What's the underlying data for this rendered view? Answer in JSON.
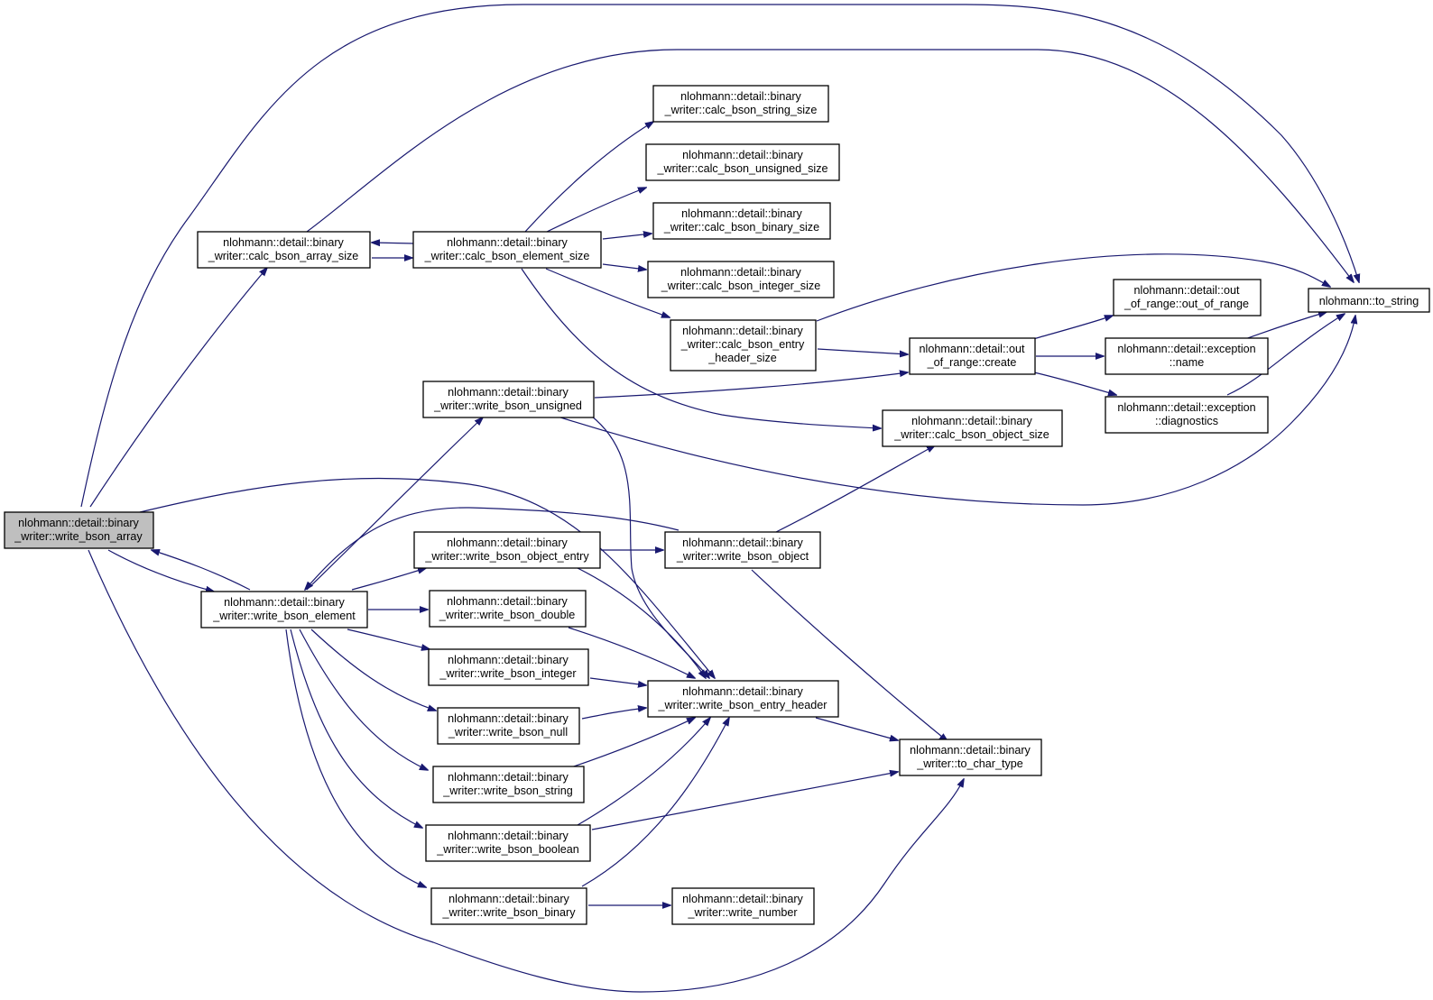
{
  "colors": {
    "edge": "#191970",
    "node_border": "#000000",
    "current_node_fill": "#bfbfbf",
    "background": "#ffffff"
  },
  "nodes": {
    "write_bson_array": {
      "line1": "nlohmann::detail::binary",
      "line2": "_writer::write_bson_array"
    },
    "calc_bson_array_size": {
      "line1": "nlohmann::detail::binary",
      "line2": "_writer::calc_bson_array_size"
    },
    "calc_bson_element_size": {
      "line1": "nlohmann::detail::binary",
      "line2": "_writer::calc_bson_element_size"
    },
    "calc_bson_string_size": {
      "line1": "nlohmann::detail::binary",
      "line2": "_writer::calc_bson_string_size"
    },
    "calc_bson_unsigned_size": {
      "line1": "nlohmann::detail::binary",
      "line2": "_writer::calc_bson_unsigned_size"
    },
    "calc_bson_binary_size": {
      "line1": "nlohmann::detail::binary",
      "line2": "_writer::calc_bson_binary_size"
    },
    "calc_bson_integer_size": {
      "line1": "nlohmann::detail::binary",
      "line2": "_writer::calc_bson_integer_size"
    },
    "calc_bson_entry_header_size": {
      "line1": "nlohmann::detail::binary",
      "line2": "_writer::calc_bson_entry",
      "line3": "_header_size"
    },
    "out_of_range_create": {
      "line1": "nlohmann::detail::out",
      "line2": "_of_range::create"
    },
    "out_of_range_ctor": {
      "line1": "nlohmann::detail::out",
      "line2": "_of_range::out_of_range"
    },
    "exception_name": {
      "line1": "nlohmann::detail::exception",
      "line2": "::name"
    },
    "exception_diagnostics": {
      "line1": "nlohmann::detail::exception",
      "line2": "::diagnostics"
    },
    "to_string": {
      "line1": "nlohmann::to_string"
    },
    "calc_bson_object_size": {
      "line1": "nlohmann::detail::binary",
      "line2": "_writer::calc_bson_object_size"
    },
    "write_bson_unsigned": {
      "line1": "nlohmann::detail::binary",
      "line2": "_writer::write_bson_unsigned"
    },
    "write_bson_element": {
      "line1": "nlohmann::detail::binary",
      "line2": "_writer::write_bson_element"
    },
    "write_bson_object_entry": {
      "line1": "nlohmann::detail::binary",
      "line2": "_writer::write_bson_object_entry"
    },
    "write_bson_object": {
      "line1": "nlohmann::detail::binary",
      "line2": "_writer::write_bson_object"
    },
    "write_bson_double": {
      "line1": "nlohmann::detail::binary",
      "line2": "_writer::write_bson_double"
    },
    "write_bson_integer": {
      "line1": "nlohmann::detail::binary",
      "line2": "_writer::write_bson_integer"
    },
    "write_bson_null": {
      "line1": "nlohmann::detail::binary",
      "line2": "_writer::write_bson_null"
    },
    "write_bson_string": {
      "line1": "nlohmann::detail::binary",
      "line2": "_writer::write_bson_string"
    },
    "write_bson_boolean": {
      "line1": "nlohmann::detail::binary",
      "line2": "_writer::write_bson_boolean"
    },
    "write_bson_binary": {
      "line1": "nlohmann::detail::binary",
      "line2": "_writer::write_bson_binary"
    },
    "write_bson_entry_header": {
      "line1": "nlohmann::detail::binary",
      "line2": "_writer::write_bson_entry_header"
    },
    "to_char_type": {
      "line1": "nlohmann::detail::binary",
      "line2": "_writer::to_char_type"
    },
    "write_number": {
      "line1": "nlohmann::detail::binary",
      "line2": "_writer::write_number"
    }
  }
}
